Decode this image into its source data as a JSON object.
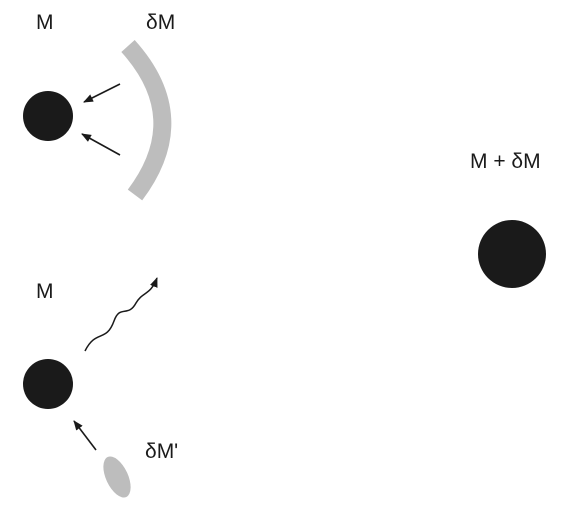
{
  "colors": {
    "mass": "#1a1a1a",
    "accreted_matter": "#bdbdbd",
    "arrow": "#1a1a1a",
    "background": "#ffffff"
  },
  "scene_top": {
    "mass_label": "M",
    "shell_label": "δM"
  },
  "scene_right": {
    "mass_label": "M + δM"
  },
  "scene_bottom": {
    "mass_label": "M",
    "blob_label": "δM'"
  }
}
